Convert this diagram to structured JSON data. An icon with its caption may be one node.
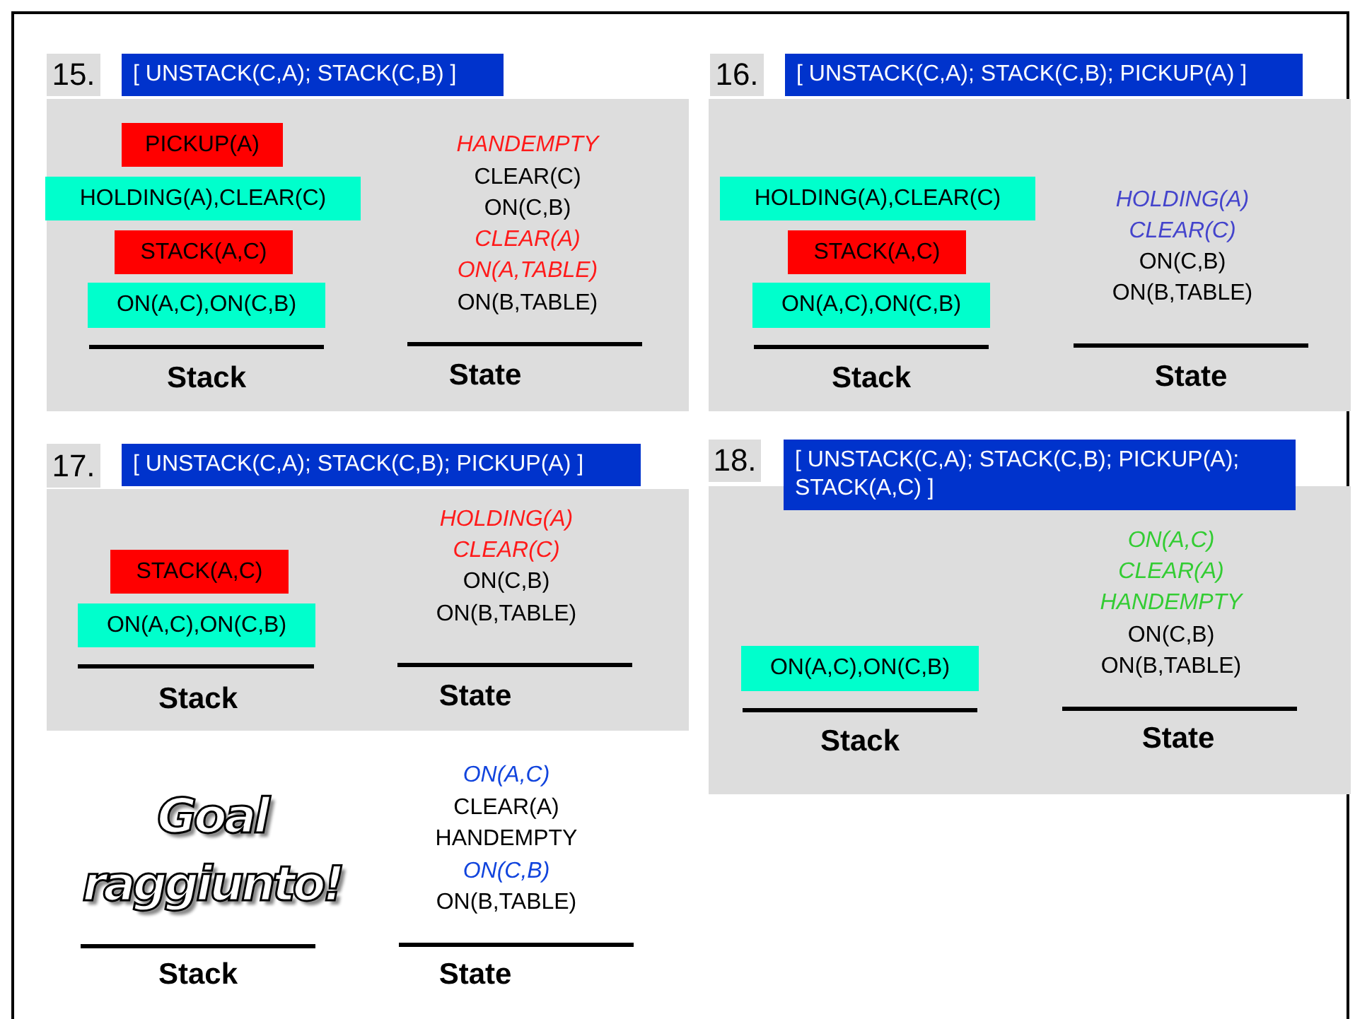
{
  "diagram": {
    "nodes": [
      {
        "text": [
          "15."
        ]
      },
      {
        "text": [
          "[ UNSTACK(C,A); STACK(C,B) ]"
        ]
      },
      {
        "text": [],
        "shape": "box"
      },
      {
        "text": [
          "PICKUP(A)"
        ],
        "in": 2
      },
      {
        "text": [
          "HOLDING(A),CLEAR(C)"
        ],
        "in": 2
      },
      {
        "text": [
          "STACK(A,C)"
        ],
        "in": 2
      },
      {
        "text": [
          "ON(A,C),ON(C,B)"
        ],
        "in": 2
      },
      {
        "text": [
          "16."
        ]
      },
      {
        "text": [
          "[ UNSTACK(C,A); STACK(C,B); PICKUP(A) ]"
        ]
      },
      {
        "text": [],
        "shape": "box"
      },
      {
        "text": [
          "HOLDING(A),CLEAR(C)"
        ],
        "in": 9
      },
      {
        "text": [
          "STACK(A,C)"
        ],
        "in": 9
      },
      {
        "text": [
          "ON(A,C),ON(C,B)"
        ],
        "in": 9
      },
      {
        "text": [
          "17."
        ]
      },
      {
        "text": [
          "[ UNSTACK(C,A); STACK(C,B); PICKUP(A) ]"
        ]
      },
      {
        "text": [],
        "shape": "box"
      },
      {
        "text": [
          "STACK(A,C)"
        ],
        "in": 15
      },
      {
        "text": [
          "ON(A,C),ON(C,B)"
        ],
        "in": 15
      },
      {
        "text": [
          "18."
        ]
      },
      {
        "text": [
          "[ UNSTACK(C,A); STACK(C,B); PICKUP(A); STACK(A,C) ]"
        ]
      },
      {
        "text": [],
        "shape": "box"
      },
      {
        "text": [
          "ON(A,C),ON(C,B)"
        ],
        "in": 20
      }
    ],
    "labels": [
      "HANDEMPTY",
      "CLEAR(C)",
      "ON(C,B)",
      "CLEAR(A)",
      "ON(A,TABLE)",
      "ON(B,TABLE)",
      "Stack",
      "State",
      "HOLDING(A)",
      "CLEAR(C)",
      "ON(C,B)",
      "ON(B,TABLE)",
      "Stack",
      "State",
      "HOLDING(A)",
      "CLEAR(C)",
      "ON(C,B)",
      "ON(B,TABLE)",
      "Stack",
      "State",
      "ON(A,C)",
      "CLEAR(A)",
      "HANDEMPTY",
      "ON(C,B)",
      "ON(B,TABLE)",
      "Stack",
      "State",
      "Goal raggiunto!",
      "ON(A,C)",
      "CLEAR(A)",
      "HANDEMPTY",
      "ON(C,B)",
      "ON(B,TABLE)",
      "Stack",
      "State"
    ]
  }
}
